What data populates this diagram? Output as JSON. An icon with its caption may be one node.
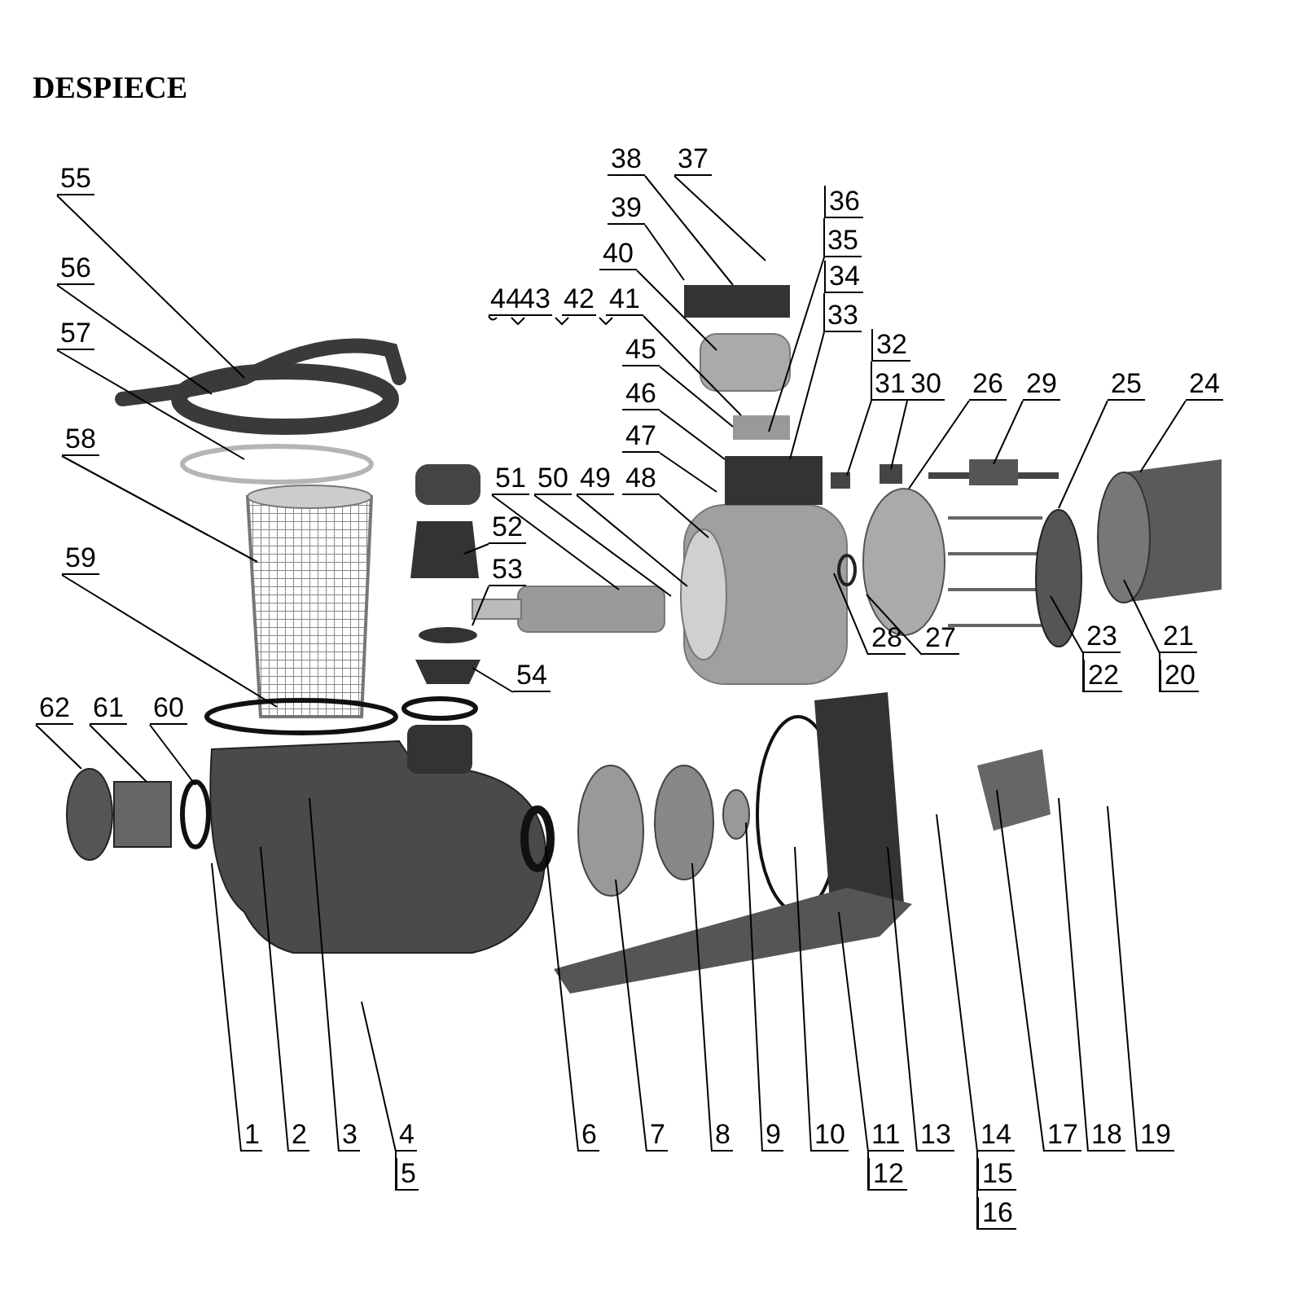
{
  "diagram": {
    "title": "DESPIECE",
    "nodes": [
      {
        "text": [
          "1"
        ]
      },
      {
        "text": [
          "2"
        ]
      },
      {
        "text": [
          "3"
        ]
      },
      {
        "text": [
          "4"
        ]
      },
      {
        "text": [
          "5"
        ]
      },
      {
        "text": [
          "6"
        ]
      },
      {
        "text": [
          "7"
        ]
      },
      {
        "text": [
          "8"
        ]
      },
      {
        "text": [
          "9"
        ]
      },
      {
        "text": [
          "10"
        ]
      },
      {
        "text": [
          "11"
        ]
      },
      {
        "text": [
          "12"
        ]
      },
      {
        "text": [
          "13"
        ]
      },
      {
        "text": [
          "14"
        ]
      },
      {
        "text": [
          "15"
        ]
      },
      {
        "text": [
          "16"
        ]
      },
      {
        "text": [
          "17"
        ]
      },
      {
        "text": [
          "18"
        ]
      },
      {
        "text": [
          "19"
        ]
      },
      {
        "text": [
          "20"
        ]
      },
      {
        "text": [
          "21"
        ]
      },
      {
        "text": [
          "22"
        ]
      },
      {
        "text": [
          "23"
        ]
      },
      {
        "text": [
          "24"
        ]
      },
      {
        "text": [
          "25"
        ]
      },
      {
        "text": [
          "26"
        ]
      },
      {
        "text": [
          "27"
        ]
      },
      {
        "text": [
          "28"
        ]
      },
      {
        "text": [
          "29"
        ]
      },
      {
        "text": [
          "30"
        ]
      },
      {
        "text": [
          "31"
        ]
      },
      {
        "text": [
          "32"
        ]
      },
      {
        "text": [
          "33"
        ]
      },
      {
        "text": [
          "34"
        ]
      },
      {
        "text": [
          "35"
        ]
      },
      {
        "text": [
          "36"
        ]
      },
      {
        "text": [
          "37"
        ]
      },
      {
        "text": [
          "38"
        ]
      },
      {
        "text": [
          "39"
        ]
      },
      {
        "text": [
          "40"
        ]
      },
      {
        "text": [
          "41"
        ]
      },
      {
        "text": [
          "42"
        ]
      },
      {
        "text": [
          "43"
        ]
      },
      {
        "text": [
          "44"
        ]
      },
      {
        "text": [
          "45"
        ]
      },
      {
        "text": [
          "46"
        ]
      },
      {
        "text": [
          "47"
        ]
      },
      {
        "text": [
          "48"
        ]
      },
      {
        "text": [
          "49"
        ]
      },
      {
        "text": [
          "50"
        ]
      },
      {
        "text": [
          "51"
        ]
      },
      {
        "text": [
          "52"
        ]
      },
      {
        "text": [
          "53"
        ]
      },
      {
        "text": [
          "54"
        ]
      },
      {
        "text": [
          "55"
        ]
      },
      {
        "text": [
          "56"
        ]
      },
      {
        "text": [
          "57"
        ]
      },
      {
        "text": [
          "58"
        ]
      },
      {
        "text": [
          "59"
        ]
      },
      {
        "text": [
          "60"
        ]
      },
      {
        "text": [
          "61"
        ]
      },
      {
        "text": [
          "62"
        ]
      }
    ],
    "edges": [
      {
        "from": 0,
        "to": null,
        "arrow": "none"
      },
      {
        "from": 1,
        "to": null,
        "arrow": "none"
      },
      {
        "from": 2,
        "to": null,
        "arrow": "none"
      },
      {
        "from": 3,
        "to": null,
        "arrow": "none"
      },
      {
        "from": 4,
        "to": null,
        "arrow": "none"
      },
      {
        "from": 5,
        "to": null,
        "arrow": "none"
      },
      {
        "from": 6,
        "to": null,
        "arrow": "none"
      },
      {
        "from": 7,
        "to": null,
        "arrow": "none"
      },
      {
        "from": 8,
        "to": null,
        "arrow": "none"
      },
      {
        "from": 9,
        "to": null,
        "arrow": "none"
      },
      {
        "from": 10,
        "to": null,
        "arrow": "none"
      },
      {
        "from": 11,
        "to": null,
        "arrow": "none"
      },
      {
        "from": 12,
        "to": null,
        "arrow": "none"
      },
      {
        "from": 13,
        "to": null,
        "arrow": "none"
      },
      {
        "from": 14,
        "to": null,
        "arrow": "none"
      },
      {
        "from": 15,
        "to": null,
        "arrow": "none"
      },
      {
        "from": 16,
        "to": null,
        "arrow": "none"
      },
      {
        "from": 17,
        "to": null,
        "arrow": "none"
      },
      {
        "from": 18,
        "to": null,
        "arrow": "none"
      },
      {
        "from": 19,
        "to": null,
        "arrow": "none"
      },
      {
        "from": 20,
        "to": null,
        "arrow": "none"
      },
      {
        "from": 21,
        "to": null,
        "arrow": "none"
      },
      {
        "from": 22,
        "to": null,
        "arrow": "none"
      },
      {
        "from": 23,
        "to": null,
        "arrow": "none"
      },
      {
        "from": 24,
        "to": null,
        "arrow": "none"
      },
      {
        "from": 25,
        "to": null,
        "arrow": "none"
      },
      {
        "from": 26,
        "to": null,
        "arrow": "none"
      },
      {
        "from": 27,
        "to": null,
        "arrow": "none"
      },
      {
        "from": 28,
        "to": null,
        "arrow": "none"
      },
      {
        "from": 29,
        "to": null,
        "arrow": "none"
      },
      {
        "from": 30,
        "to": null,
        "arrow": "none"
      },
      {
        "from": 31,
        "to": null,
        "arrow": "none"
      },
      {
        "from": 32,
        "to": null,
        "arrow": "none"
      },
      {
        "from": 33,
        "to": null,
        "arrow": "none"
      },
      {
        "from": 34,
        "to": null,
        "arrow": "none"
      },
      {
        "from": 35,
        "to": null,
        "arrow": "none"
      },
      {
        "from": 36,
        "to": null,
        "arrow": "none"
      },
      {
        "from": 37,
        "to": null,
        "arrow": "none"
      },
      {
        "from": 38,
        "to": null,
        "arrow": "none"
      },
      {
        "from": 39,
        "to": null,
        "arrow": "none"
      },
      {
        "from": 40,
        "to": null,
        "arrow": "none"
      },
      {
        "from": 41,
        "to": null,
        "arrow": "none"
      },
      {
        "from": 42,
        "to": null,
        "arrow": "none"
      },
      {
        "from": 43,
        "to": null,
        "arrow": "none"
      },
      {
        "from": 44,
        "to": null,
        "arrow": "none"
      },
      {
        "from": 45,
        "to": null,
        "arrow": "none"
      },
      {
        "from": 46,
        "to": null,
        "arrow": "none"
      },
      {
        "from": 47,
        "to": null,
        "arrow": "none"
      },
      {
        "from": 48,
        "to": null,
        "arrow": "none"
      },
      {
        "from": 49,
        "to": null,
        "arrow": "none"
      },
      {
        "from": 50,
        "to": null,
        "arrow": "none"
      },
      {
        "from": 51,
        "to": null,
        "arrow": "none"
      },
      {
        "from": 52,
        "to": null,
        "arrow": "none"
      },
      {
        "from": 53,
        "to": null,
        "arrow": "none"
      },
      {
        "from": 54,
        "to": null,
        "arrow": "none"
      },
      {
        "from": 55,
        "to": null,
        "arrow": "none"
      },
      {
        "from": 56,
        "to": null,
        "arrow": "none"
      },
      {
        "from": 57,
        "to": null,
        "arrow": "none"
      },
      {
        "from": 58,
        "to": null,
        "arrow": "none"
      },
      {
        "from": 59,
        "to": null,
        "arrow": "none"
      },
      {
        "from": 60,
        "to": null,
        "arrow": "none"
      },
      {
        "from": 61,
        "to": null,
        "arrow": "none"
      }
    ]
  }
}
